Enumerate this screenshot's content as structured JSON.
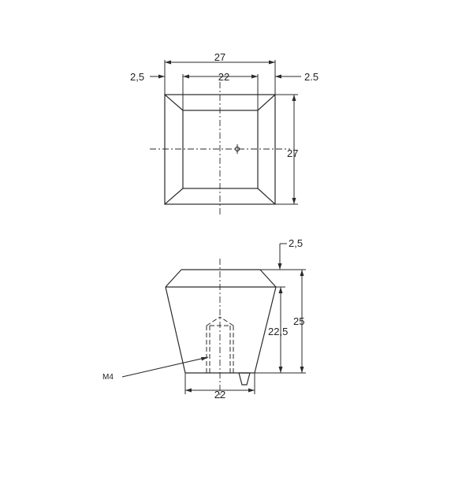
{
  "drawing": {
    "top_view": {
      "dim_overall_width": "27",
      "dim_inner_width": "22",
      "dim_left_bevel": "2,5",
      "dim_right_bevel": "2.5",
      "dim_overall_height": "27"
    },
    "side_view": {
      "dim_top_step": "2,5",
      "dim_body_height": "22,5",
      "dim_total_height": "25",
      "dim_base_width": "22",
      "thread_label": "M4"
    },
    "line_color": "#2a2a2a"
  }
}
